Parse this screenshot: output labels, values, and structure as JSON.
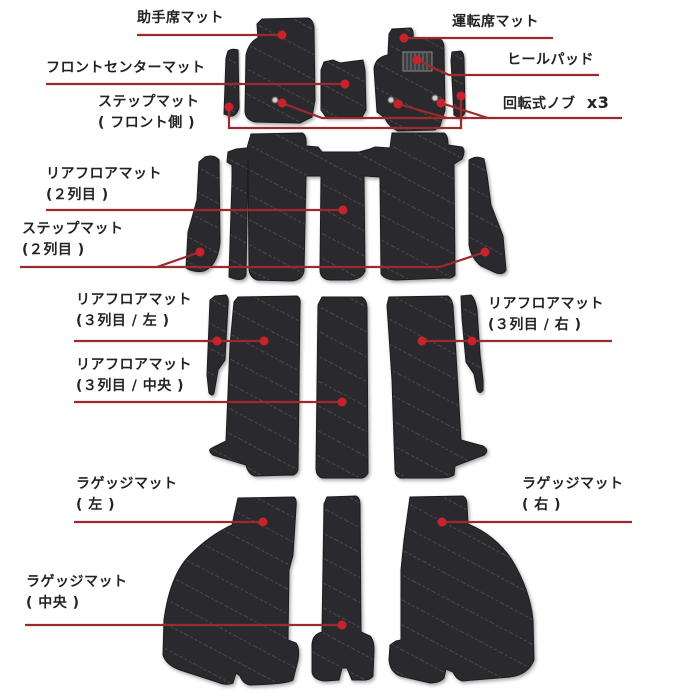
{
  "diagram": {
    "title": "Floor mat set parts layout",
    "accent_line_color": "#9b2a2f",
    "dot_color": "#c8232c",
    "mat_color": "#2b2b2d",
    "mat_edge_color": "#1c1c1e",
    "stripe_color": "#5a5a5e",
    "heel_pad_color": "#8c8c8e"
  },
  "labels": {
    "passenger_mat": {
      "line1": "助手席マット"
    },
    "driver_mat": {
      "line1": "運転席マット"
    },
    "front_center_mat": {
      "line1": "フロントセンターマット"
    },
    "heel_pad": {
      "line1": "ヒールパッド"
    },
    "step_mat_front": {
      "line1": "ステップマット",
      "line2": "( フロント側 )"
    },
    "rotary_knob": {
      "line1": "回転式ノブ",
      "qty": "x3"
    },
    "rear_floor_row2": {
      "line1": "リアフロアマット",
      "line2": "(２列目 )"
    },
    "step_mat_row2": {
      "line1": "ステップマット",
      "line2": "(２列目 )"
    },
    "rear_floor_row3_left": {
      "line1": "リアフロアマット",
      "line2": "(３列目 / 左 )"
    },
    "rear_floor_row3_center": {
      "line1": "リアフロアマット",
      "line2": "(３列目 / 中央 )"
    },
    "rear_floor_row3_right": {
      "line1": "リアフロアマット",
      "line2": "(３列目 / 右 )"
    },
    "luggage_left": {
      "line1": "ラゲッジマット",
      "line2": "( 左 )"
    },
    "luggage_right": {
      "line1": "ラゲッジマット",
      "line2": "( 右 )"
    },
    "luggage_center": {
      "line1": "ラゲッジマット",
      "line2": "( 中央 )"
    }
  }
}
